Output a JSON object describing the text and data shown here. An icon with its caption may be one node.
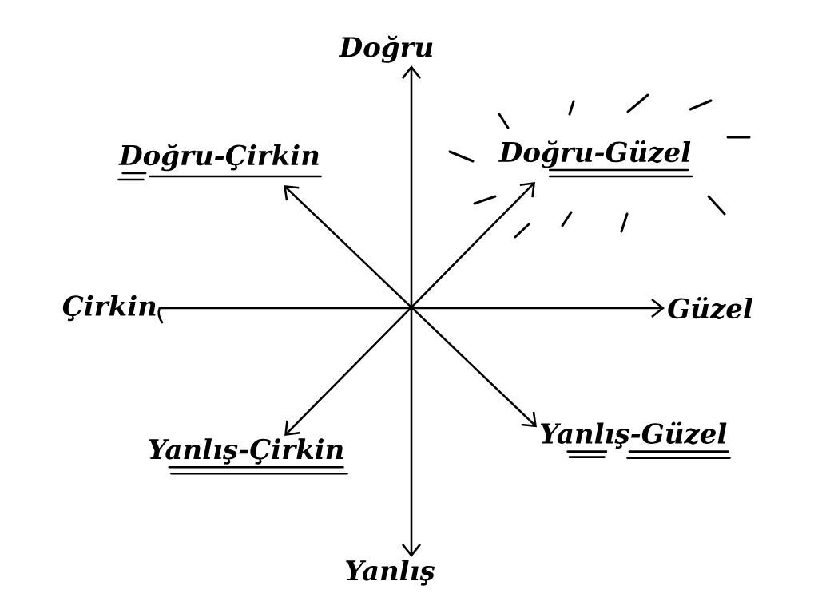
{
  "diagram": {
    "nodes": [
      {
        "text": [
          "Doğru"
        ]
      },
      {
        "text": [
          "Doğru-Çirkin"
        ]
      },
      {
        "text": [
          "Doğru-Güzel"
        ]
      },
      {
        "text": [
          "Çirkin"
        ]
      },
      {
        "text": [
          "Güzel"
        ]
      },
      {
        "text": [
          "Yanlış-Çirkin"
        ]
      },
      {
        "text": [
          "Yanlış-Güzel"
        ]
      },
      {
        "text": [
          "Yanlış"
        ]
      }
    ],
    "edges": [
      {
        "from": 7,
        "to": 0,
        "arrow": "both"
      },
      {
        "from": 3,
        "to": 4,
        "arrow": "to"
      },
      {
        "from": 6,
        "to": 1,
        "arrow": "both"
      },
      {
        "from": 5,
        "to": 2,
        "arrow": "both"
      }
    ]
  }
}
